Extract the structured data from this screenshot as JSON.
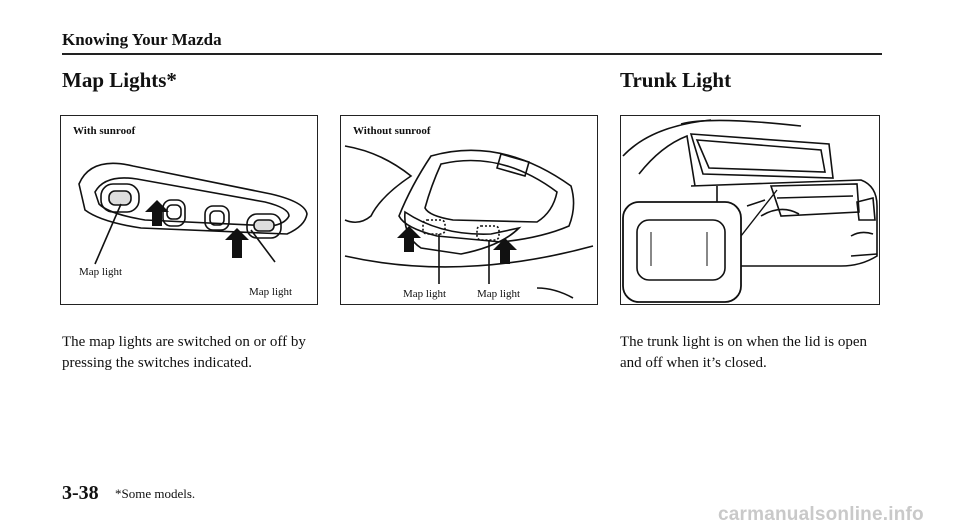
{
  "header": {
    "section_title": "Knowing Your Mazda"
  },
  "map_lights": {
    "heading": "Map Lights*",
    "fig_with_sunroof": {
      "caption": "With sunroof",
      "label_left": "Map light",
      "label_right": "Map light"
    },
    "fig_without_sunroof": {
      "caption": "Without sunroof",
      "label_left": "Map light",
      "label_right": "Map light"
    },
    "body": "The map lights are switched on or off by pressing the switches indicated."
  },
  "trunk_light": {
    "heading": "Trunk Light",
    "body": "The trunk light is on when the lid is open and off when it’s closed."
  },
  "footer": {
    "page_number": "3-38",
    "footnote": "*Some models."
  },
  "watermark": "carmanualsonline.info"
}
